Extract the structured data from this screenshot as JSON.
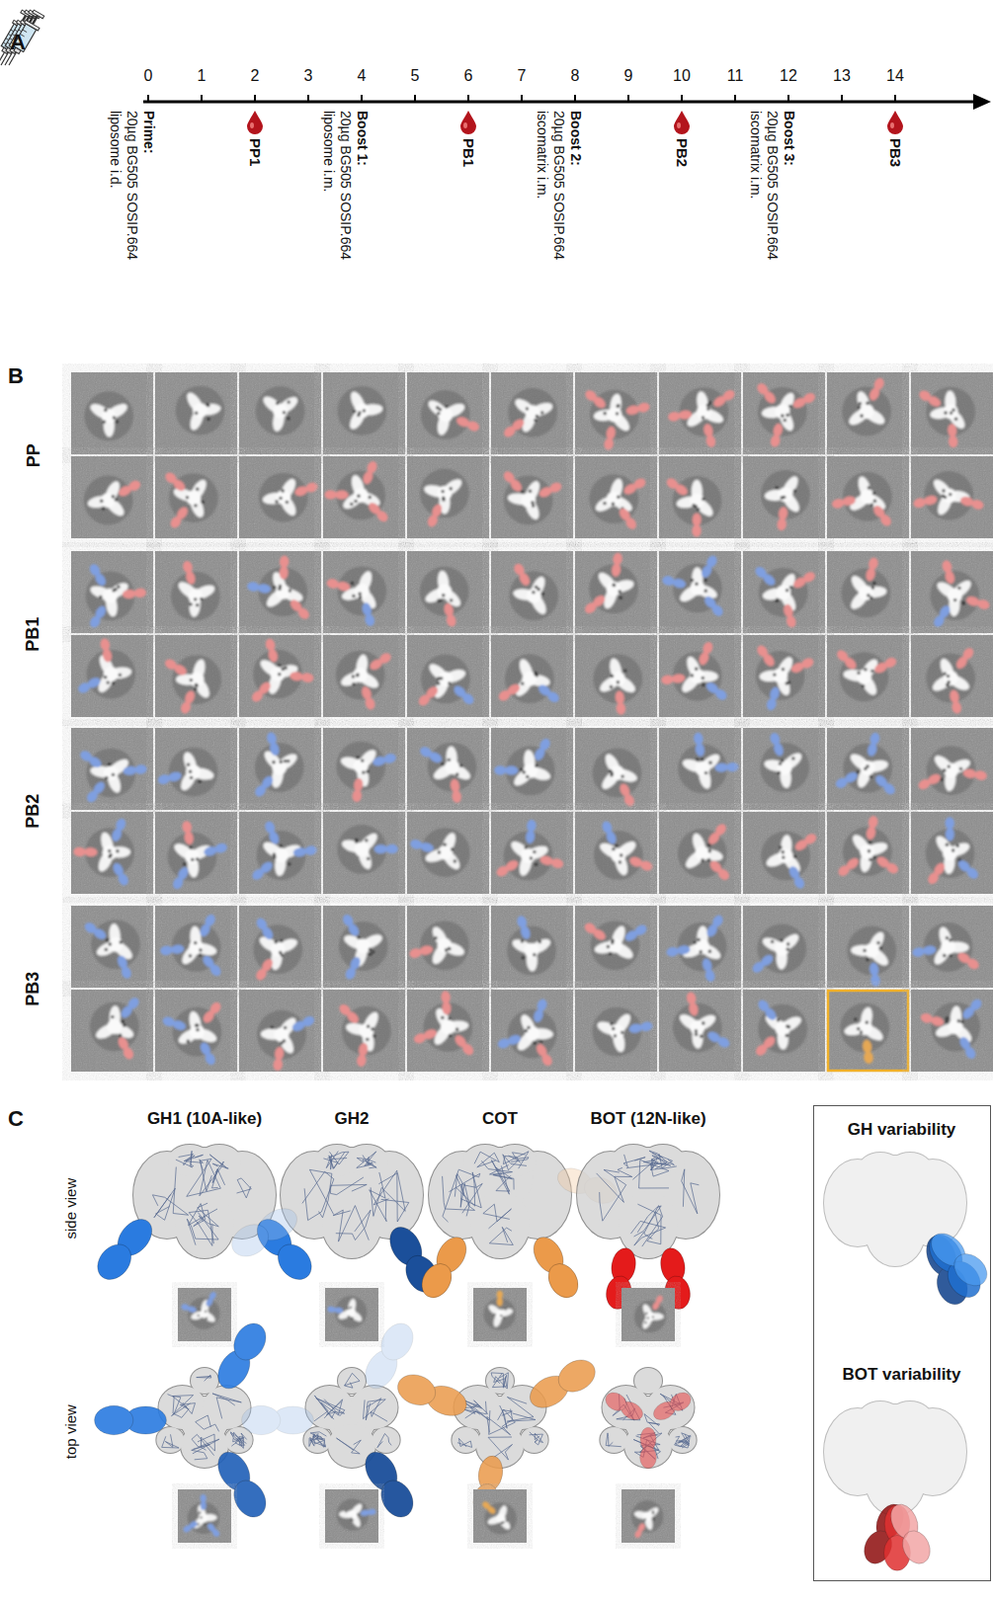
{
  "diagram": {
    "nodes": [
      {
        "text": [
          "GH variability",
          "BOT variability"
        ]
      }
    ],
    "labels": [
      "A",
      "0",
      "1",
      "2",
      "3",
      "4",
      "5",
      "6",
      "7",
      "8",
      "9",
      "10",
      "11",
      "12",
      "13",
      "14",
      "Prime:",
      "20µg BG505 SOSIP.664",
      "liposome i.d.",
      "PP1",
      "Boost 1:",
      "20µg BG505 SOSIP.664",
      "liposome i.m.",
      "PB1",
      "Boost 2:",
      "20µg BG505 SOSIP.664",
      "iscomatrix i.m.",
      "PB2",
      "Boost 3:",
      "20µg BG505 SOSIP.664",
      "iscomatrix i.m.",
      "PB3",
      "B",
      "PP",
      "PB1",
      "PB2",
      "PB3",
      "C",
      "GH1 (10A-like)",
      "GH2",
      "COT",
      "BOT (12N-like)",
      "side view",
      "top view"
    ]
  }
}
